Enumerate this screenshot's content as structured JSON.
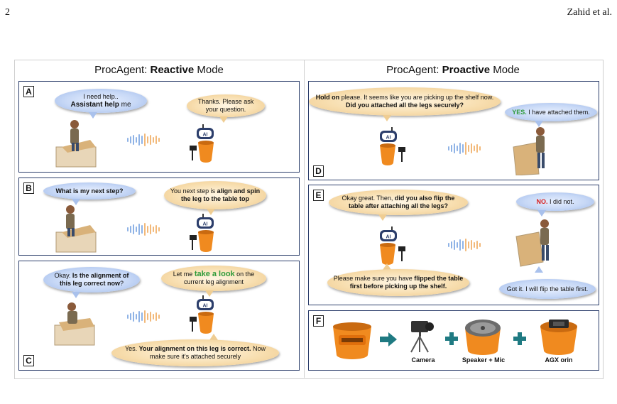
{
  "header": {
    "page_number": "2",
    "authors": "Zahid et al."
  },
  "left": {
    "title_prefix": "ProcAgent: ",
    "title_mode": "Reactive",
    "title_suffix": " Mode",
    "panels": {
      "A": {
        "label": "A",
        "user_line1": "I need help..",
        "user_bold": "Assistant help",
        "user_tail": " me",
        "agent_line": "Thanks. Please ask your question."
      },
      "B": {
        "label": "B",
        "user_bold": "What is my next step?",
        "agent_pre": "You next step is ",
        "agent_bold": "align and spin the leg to the table top"
      },
      "C": {
        "label": "C",
        "user_pre": "Okay. ",
        "user_bold": "Is the alignment of this leg correct now",
        "user_tail": "?",
        "agent_pre": "Let me ",
        "agent_green": "take a look",
        "agent_tail": " on the current leg alignment",
        "agent2_pre": "Yes. ",
        "agent2_bold": "Your alignment on this leg is correct.",
        "agent2_tail": " Now make sure it's attached securely"
      }
    }
  },
  "right": {
    "title_prefix": "ProcAgent: ",
    "title_mode": "Proactive",
    "title_suffix": " Mode",
    "panels": {
      "D": {
        "label": "D",
        "agent_bold1": "Hold on",
        "agent_mid": " please. It seems like you are picking up the shelf now.",
        "agent_bold2": "Did you attached all the legs securely?",
        "user_green": "YES.",
        "user_tail": " I have attached them."
      },
      "E": {
        "label": "E",
        "agent_pre": "Okay great. Then, ",
        "agent_bold": "did you also flip the table after attaching all the legs?",
        "user_red": "NO.",
        "user_tail": " I did not.",
        "agent2_pre": "Please make sure you have ",
        "agent2_bold": "flipped the table first before picking up the shelf.",
        "user2": "Got it. I will flip the table first."
      },
      "F": {
        "label": "F",
        "items": [
          "Camera",
          "Speaker + Mic",
          "AGX orin"
        ]
      }
    }
  },
  "robot_badge": "AI",
  "colors": {
    "panel_border": "#2c3e6b",
    "arrow": "#1f7a82",
    "plus": "#1f7a82",
    "device": "#f08a1f",
    "wave_blue": "#8fb3e6",
    "wave_orange": "#f2b97a"
  }
}
